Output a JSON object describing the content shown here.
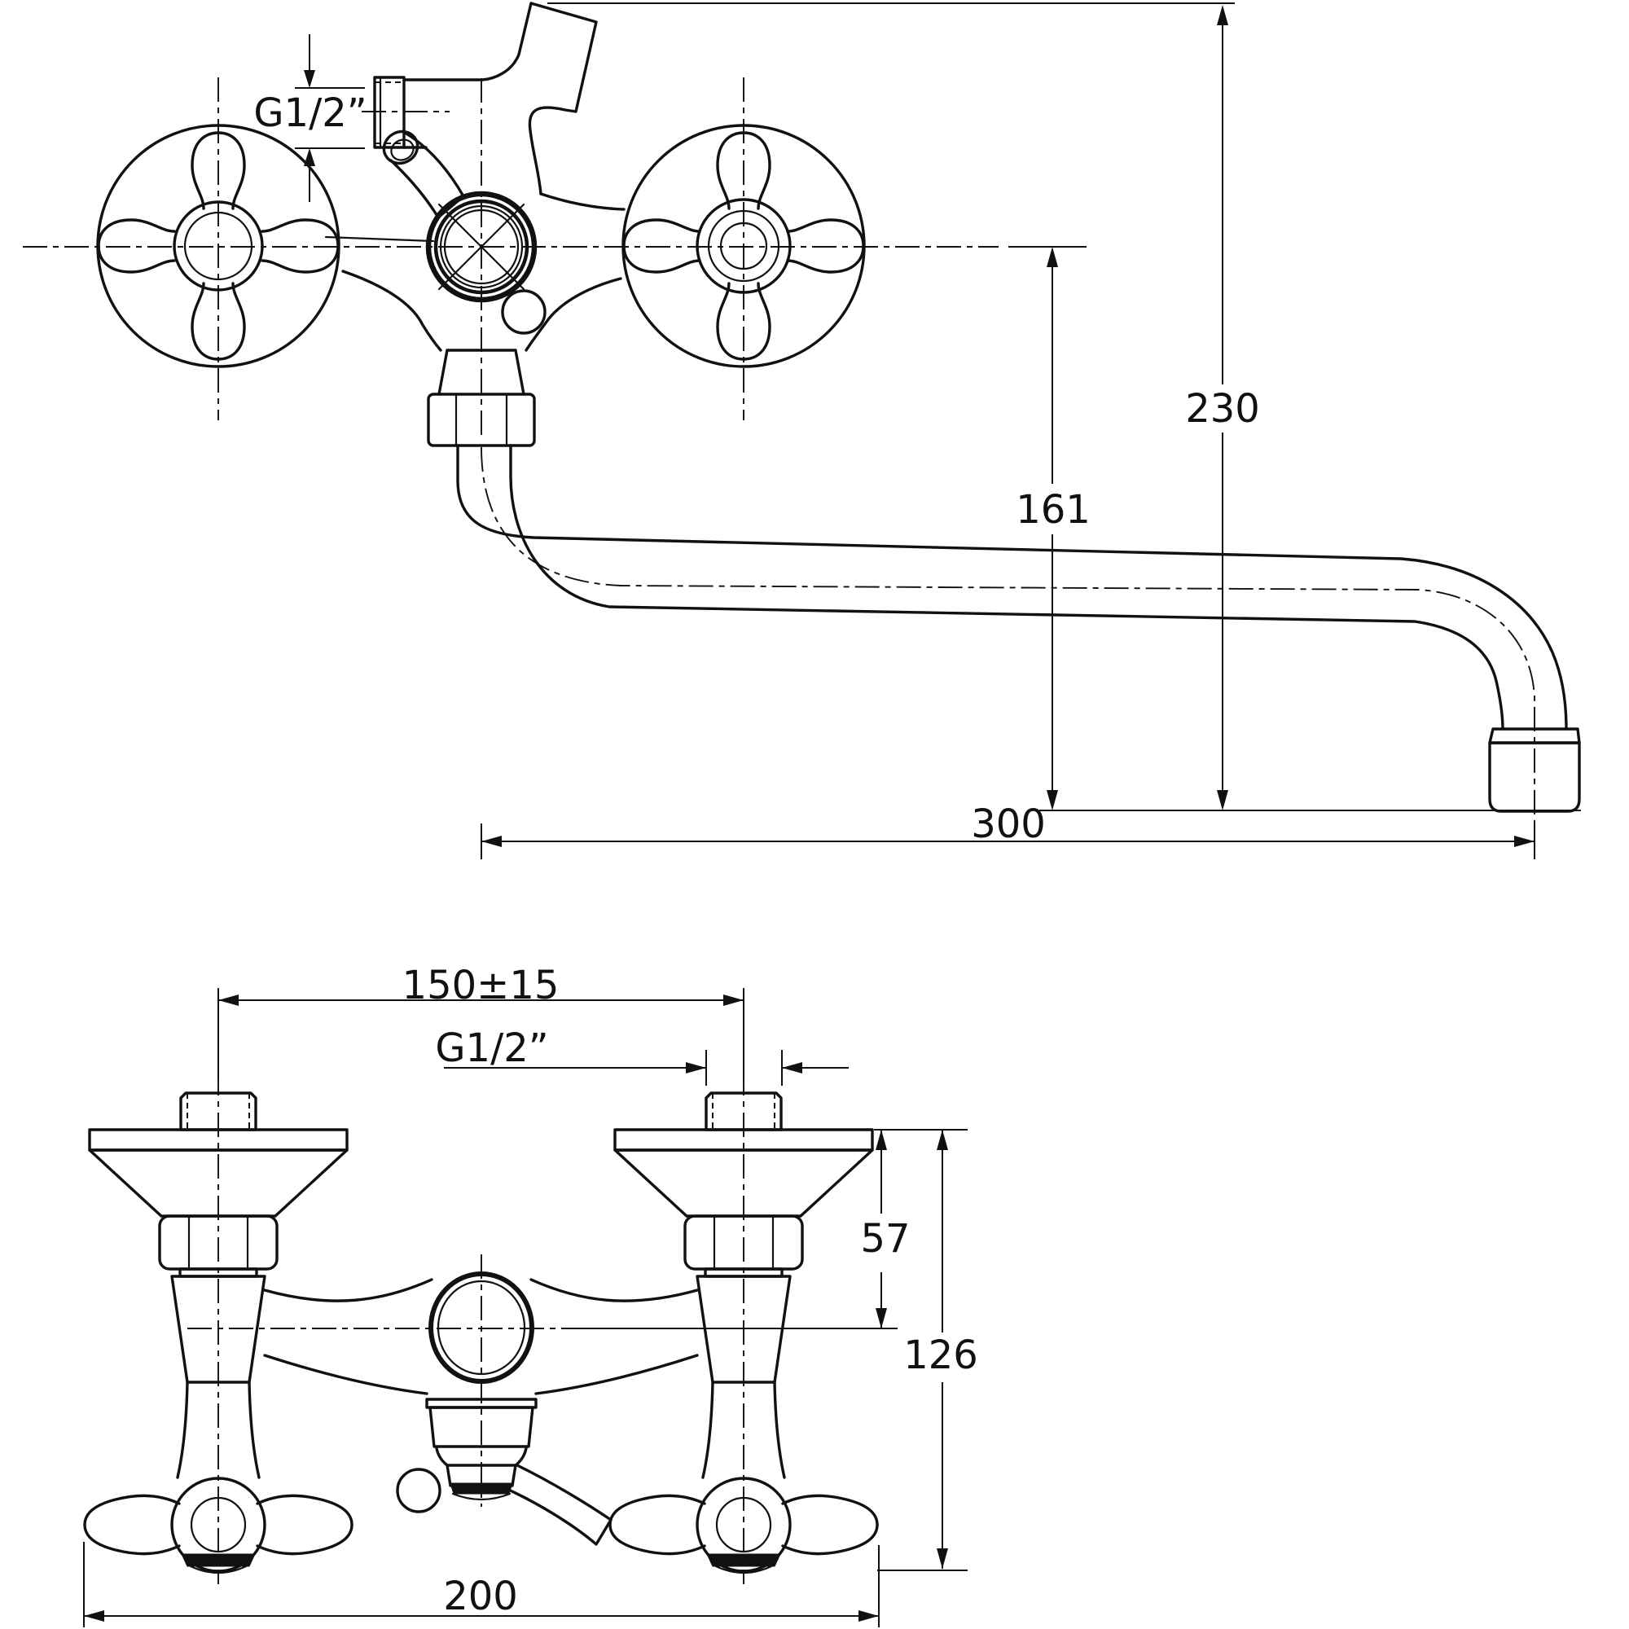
{
  "page": {
    "background_color": "#ffffff",
    "line_color": "#111111",
    "description": "Technical dimension drawing of a wall-mounted two-handle bath/kitchen mixer faucet with long swivel S-spout, shown in front elevation (top) and plan view (bottom)"
  },
  "front_view": {
    "name": "front-elevation",
    "dimensions": {
      "shower_outlet_thread": "G1/2”",
      "overall_height": "230",
      "spout_drop_height": "161",
      "spout_reach": "300"
    }
  },
  "plan_view": {
    "name": "plan-view",
    "dimensions": {
      "inlet_center_distance": "150±15",
      "inlet_thread": "G1/2”",
      "wall_to_body_axis": "57",
      "overall_depth": "126",
      "overall_width": "200"
    }
  }
}
